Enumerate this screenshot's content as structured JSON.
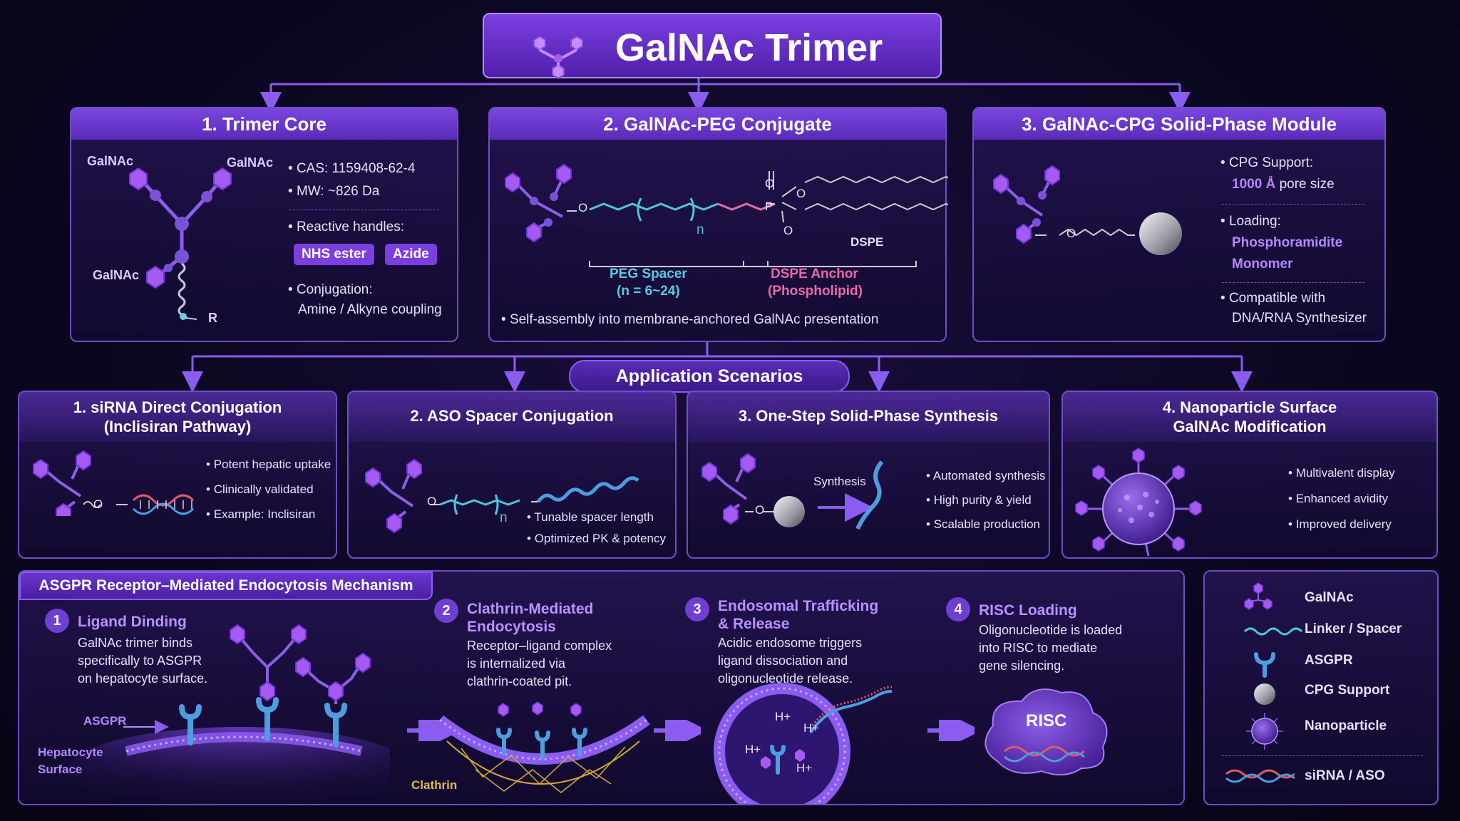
{
  "title": "GalNAc Trimer",
  "modules": [
    {
      "header": "1. Trimer Core",
      "galnac_labels": [
        "GalNAc",
        "GalNAc",
        "GalNAc"
      ],
      "r_label": "R",
      "cas": "CAS: 1159408-62-4",
      "mw": "MW: ~826 Da",
      "reactive_label": "Reactive handles:",
      "handles": [
        "NHS ester",
        "Azide"
      ],
      "conjugation_label": "Conjugation:",
      "conjugation_value": "Amine / Alkyne coupling"
    },
    {
      "header": "2. GalNAc-PEG Conjugate",
      "chem_n": "n",
      "chem_o": "O",
      "chem_p": "P",
      "dspe_label": "DSPE",
      "peg_label_1": "PEG Spacer",
      "peg_label_2": "(n = 6~24)",
      "dspe_anchor_1": "DSPE Anchor",
      "dspe_anchor_2": "(Phospholipid)",
      "note": "Self-assembly into membrane-anchored GalNAc presentation"
    },
    {
      "header": "3. GalNAc-CPG Solid-Phase Module",
      "chem_o": "O",
      "cpg_label": "CPG Support:",
      "pore_value": "1000 Å",
      "pore_rest": "pore size",
      "loading_label": "Loading:",
      "loading_value_1": "Phosphoramidite",
      "loading_value_2": "Monomer",
      "compat_1": "Compatible with",
      "compat_2": "DNA/RNA Synthesizer"
    }
  ],
  "applications": {
    "label": "Application Scenarios",
    "cards": [
      {
        "title_1": "1. siRNA Direct Conjugation",
        "title_2": "(Inclisiran Pathway)",
        "chem_o": "O",
        "bullets": [
          "Potent hepatic uptake",
          "Clinically validated",
          "Example: Inclisiran"
        ]
      },
      {
        "title_1": "2. ASO Spacer Conjugation",
        "title_2": "",
        "chem_o": "O",
        "chem_n": "n",
        "bullets": [
          "Tunable spacer length",
          "Optimized PK & potency"
        ]
      },
      {
        "title_1": "3. One-Step Solid-Phase Synthesis",
        "title_2": "",
        "chem_o": "O",
        "arrow_label": "Synthesis",
        "bullets": [
          "Automated synthesis",
          "High purity & yield",
          "Scalable production"
        ]
      },
      {
        "title_1": "4. Nanoparticle Surface",
        "title_2": "GalNAc Modification",
        "bullets": [
          "Multivalent display",
          "Enhanced avidity",
          "Improved delivery"
        ]
      }
    ]
  },
  "mechanism": {
    "header": "ASGPR Receptor–Mediated Endocytosis Mechanism",
    "steps": [
      {
        "num": "1",
        "title_1": "Ligand Dinding",
        "title_2": "",
        "body": [
          "GalNAc trimer binds",
          "specifically to ASGPR",
          "on hepatocyte surface."
        ]
      },
      {
        "num": "2",
        "title_1": "Clathrin-Mediated",
        "title_2": "Endocytosis",
        "body": [
          "Receptor–ligand complex",
          "is internalized via",
          "clathrin-coated pit."
        ]
      },
      {
        "num": "3",
        "title_1": "Endosomal Trafficking",
        "title_2": "& Release",
        "body": [
          "Acidic endosome triggers",
          "ligand dissociation and",
          "oligonucleotide release."
        ]
      },
      {
        "num": "4",
        "title_1": "RISC Loading",
        "title_2": "",
        "body": [
          "Oligonucleotide is loaded",
          "into RISC to mediate",
          "gene silencing."
        ]
      }
    ],
    "asgpr_label": "ASGPR",
    "surface_label_1": "Hepatocyte",
    "surface_label_2": "Surface",
    "clathrin_label": "Clathrin",
    "hplus": "H+",
    "risc_label": "RISC"
  },
  "legend": [
    {
      "icon": "galnac-icon",
      "label": "GalNAc"
    },
    {
      "icon": "linker-icon",
      "label": "Linker / Spacer"
    },
    {
      "icon": "asgpr-icon",
      "label": "ASGPR"
    },
    {
      "icon": "cpg-icon",
      "label": "CPG Support"
    },
    {
      "icon": "nanoparticle-icon",
      "label": "Nanoparticle"
    },
    {
      "icon": "sirna-icon",
      "label": "siRNA / ASO"
    }
  ],
  "colors": {
    "accent": "#7b3fe0",
    "galnac": "#a55bf2",
    "cyan": "#5cc9e6",
    "pink": "#e86aa8",
    "receptor": "#4d9de0"
  }
}
